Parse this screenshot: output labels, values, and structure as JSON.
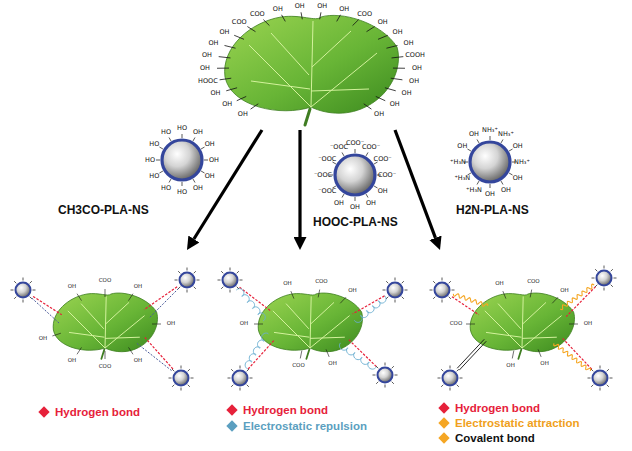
{
  "diagram": {
    "nodes": [
      {
        "text": [
          "OH",
          "OH",
          "OH",
          "HOOC",
          "OH",
          "OH",
          "OH",
          "OH",
          "COO",
          "COO",
          "OH",
          "OH",
          "OH",
          "OH",
          "COO",
          "OH",
          "OH",
          "OH",
          "COOH",
          "OH",
          "OH",
          "OH",
          "OH",
          "OH"
        ]
      },
      {
        "text": [
          "CH3CO-PLA-NS",
          "HO",
          "OH",
          "OH",
          "OH",
          "OH",
          "OH",
          "HO",
          "HO",
          "HO",
          "HO",
          "HO",
          "HO"
        ]
      },
      {
        "text": [
          "HOOC-PLA-NS",
          "COO⁻",
          "COO⁻",
          "COO⁻",
          "COO⁻",
          "OH",
          "OH",
          "OH",
          "OH",
          "⁻OOC",
          "⁻OOC",
          "⁻OOC",
          "⁻OOC"
        ]
      },
      {
        "text": [
          "H2N-PLA-NS",
          "NH₃⁺",
          "NH₃⁺",
          "OH",
          "NH₃⁺",
          "OH",
          "OH",
          "OH",
          "⁺H₃N",
          "⁺H₃N",
          "⁺H₃N",
          "OH",
          "OH"
        ]
      },
      {
        "text": [
          "OH",
          "COO",
          "OH",
          "OH",
          "OH",
          "COO",
          "OH",
          "OH"
        ]
      },
      {
        "text": [
          "OH",
          "COO",
          "OH",
          "OH",
          "COO",
          "OH"
        ]
      },
      {
        "text": [
          "OH",
          "COO",
          "OH",
          "OH",
          "OH",
          "OH",
          "COO"
        ]
      }
    ],
    "edges": [
      {
        "from": 0,
        "to": 4,
        "arrow": "to"
      },
      {
        "from": 0,
        "to": 5,
        "arrow": "to"
      },
      {
        "from": 0,
        "to": 6,
        "arrow": "to"
      }
    ],
    "legend": [
      {
        "text": "Hydrogen bond",
        "color": "#e6213a"
      },
      {
        "text": "Hydrogen bond",
        "color": "#e6213a"
      },
      {
        "text": "Electrostatic repulsion",
        "color": "#5b9fc0"
      },
      {
        "text": "Hydrogen bond",
        "color": "#e6213a"
      },
      {
        "text": "Electrostatic attraction",
        "color": "#f5a623"
      },
      {
        "text": "Covalent bond",
        "color": "#f5a623"
      }
    ]
  }
}
